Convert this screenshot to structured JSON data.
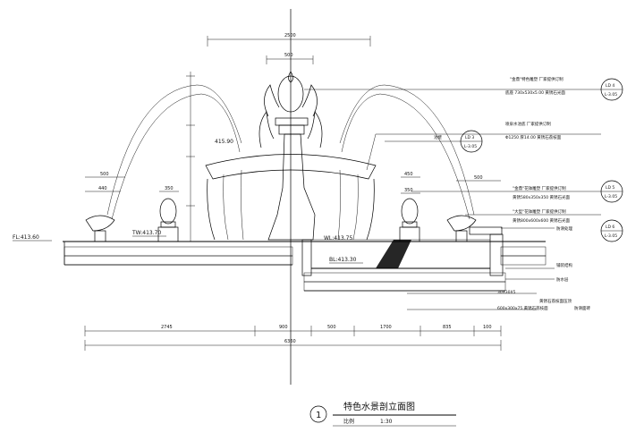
{
  "title": {
    "number": "1",
    "name": "特色水景剖立面图",
    "scale_label": "比例",
    "scale": "1:30"
  },
  "dimensions": {
    "top": "2500",
    "top_small": "500",
    "bottom_segments": [
      "2745",
      "900",
      "500",
      "1700",
      "835",
      "100"
    ],
    "bottom_total": "6360",
    "left_500": "500",
    "left_440": "440",
    "left_350": "350",
    "right_450": "450",
    "right_500": "500",
    "right_350": "350"
  },
  "elevations": {
    "fl": "FL:413.60",
    "tw": "TW:413.70",
    "wl": "WL:413.75",
    "bl": "BL:413.30",
    "top": "415.90"
  },
  "detail_refs": [
    {
      "code": "LD 4",
      "sheet": "L-3.05"
    },
    {
      "code": "LD 3",
      "sheet": "L-3.05"
    },
    {
      "code": "LD 5",
      "sheet": "L-3.05"
    },
    {
      "code": "LD 6",
      "sheet": "L-3.05"
    }
  ],
  "callouts": {
    "c1": "\"金鼎\"特色雕塑 厂家提供订制",
    "c1b": "底座  730x530x5.00 黄锈石光面",
    "c2": "喷泉水池底 厂家提供订制",
    "c2b": "Φ1250  厚14.00  黄锈石荔枝面",
    "c3": "池壁",
    "c4": "\"金鼎\"花钵雕塑 厂家提供订制",
    "c4b": "黄锈580x350x350 黄锈石光面",
    "c5": "\"大型\"花钵雕塑 厂家提供订制",
    "c5b": "黄锈800x600x600 黄锈石光面",
    "c6": "防滑处理",
    "c7": "铺装结构",
    "c8": "防水层",
    "c9": "30X30X5",
    "c9b": "黄锈石荔枝面压顶",
    "c10": "600x300x75 黄锈石荔枝面",
    "c10b": "防滑面砖"
  }
}
